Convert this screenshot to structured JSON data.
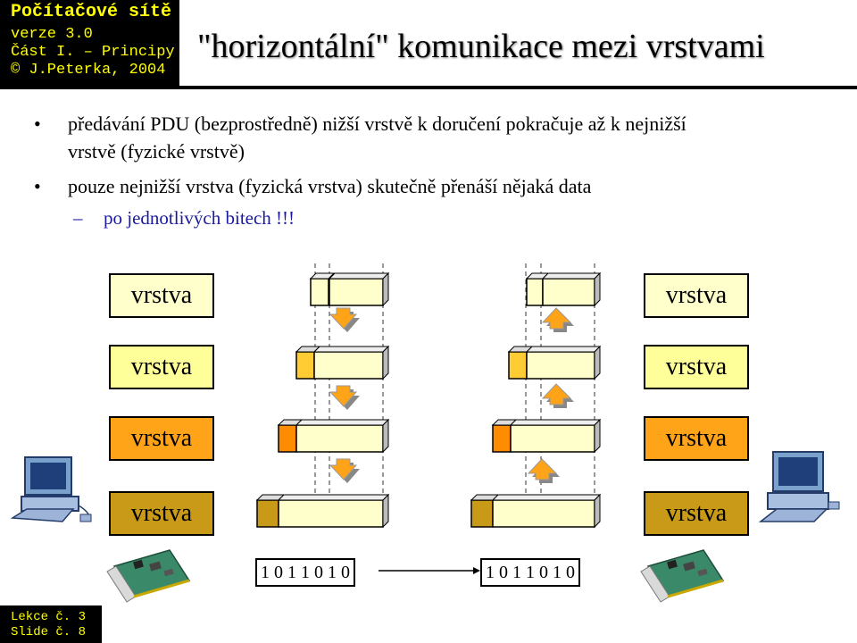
{
  "header": {
    "course": "Počítačové sítě",
    "version": "verze 3.0",
    "part": "Část I. – Principy",
    "copyright": "© J.Peterka, 2004"
  },
  "title": "\"horizontální\" komunikace mezi vrstvami",
  "bullets": [
    {
      "line1": "předávání PDU (bezprostředně) nižší vrstvě k doručení pokračuje až k nejnižší",
      "line2": "vrstvě (fyzické vrstvě)"
    },
    {
      "line1": "pouze nejnižší vrstva (fyzická vrstva) skutečně přenáší nějaká data"
    }
  ],
  "sub_bullet": "po jednotlivých bitech !!!",
  "layer_label": "vrstva",
  "bits_left": "1 0 1 1 0 1 0",
  "bits_right": "1 0 1 1 0 1 0",
  "footer": {
    "lecture": "Lekce č. 3",
    "slide": "Slide č. 8"
  },
  "colors": {
    "layer1": "#ffffcc",
    "layer2": "#ffff99",
    "layer3": "#ffa319",
    "layer4": "#c89a17",
    "arrow": "#ffa319",
    "header_text": "#ffff00"
  }
}
